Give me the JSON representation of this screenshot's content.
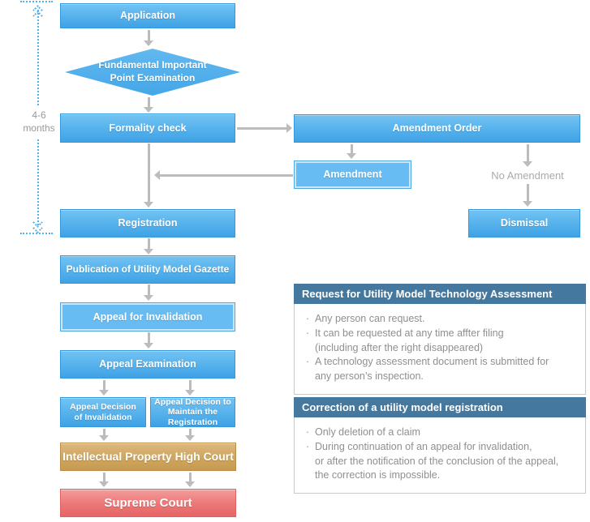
{
  "meta": {
    "bullet_char": "·"
  },
  "timeline": {
    "duration": "4-6",
    "duration_unit": "months"
  },
  "flow": {
    "application": "Application",
    "examination": {
      "line1": "Fundamental Important",
      "line2": "Point Examination"
    },
    "formality_check": "Formality check",
    "amendment_order": "Amendment Order",
    "amendment": "Amendment",
    "no_amendment": "No Amendment",
    "dismissal": "Dismissal",
    "registration": "Registration",
    "publication": "Publication of Utility Model Gazette",
    "appeal_for_invalidation": "Appeal for Invalidation",
    "appeal_examination": "Appeal Examination",
    "decision_invalidation": {
      "line1": "Appeal Decision",
      "line2": "of Invalidation"
    },
    "decision_maintain": {
      "line1": "Appeal Decision to",
      "line2": "Maintain the Registration"
    },
    "ip_high_court": "Intellectual Property High Court",
    "supreme_court": "Supreme Court"
  },
  "info_boxes": [
    {
      "title": "Request for Utility Model Technology Assessment",
      "lines": [
        {
          "bullet": true,
          "text": "Any person can request."
        },
        {
          "bullet": true,
          "text": "It can be requested at any time affter filing"
        },
        {
          "bullet": false,
          "text": "(including after the right disappeared)"
        },
        {
          "bullet": true,
          "text": "A technology assessment document is submitted for"
        },
        {
          "bullet": false,
          "text": "any person’s inspection."
        }
      ]
    },
    {
      "title": "Correction of a utility model registration",
      "lines": [
        {
          "bullet": true,
          "text": "Only deletion of a claim"
        },
        {
          "bullet": true,
          "text": "During continuation of an appeal for invalidation,"
        },
        {
          "bullet": false,
          "text": "or after the notification of the conclusion of the appeal,"
        },
        {
          "bullet": false,
          "text": "the correction is impossible."
        }
      ]
    }
  ],
  "colors": {
    "process_blue": "#4aa8e8",
    "highlight_blue_fill": "#67bdf3",
    "header_steel_blue": "#45789f",
    "court_tan": "#cfa660",
    "supreme_red": "#ec7777",
    "arrow_gray": "#bcbcbc",
    "dotted_blue": "#55b1ea",
    "note_text_gray": "#8f8f8f"
  }
}
